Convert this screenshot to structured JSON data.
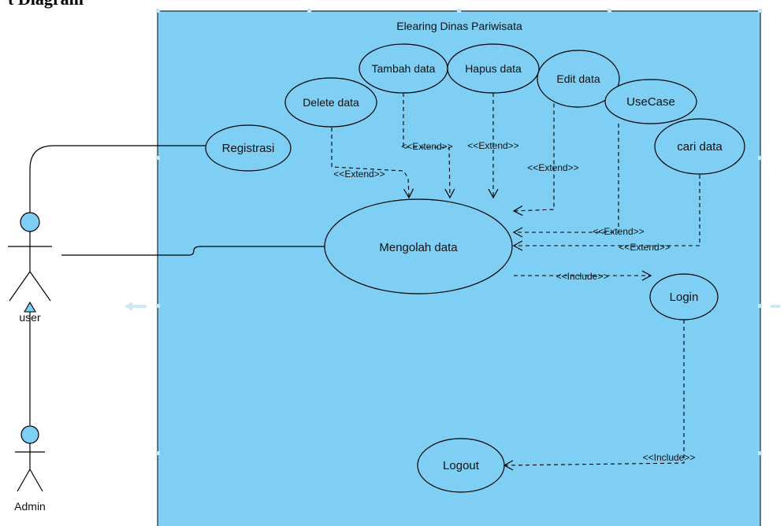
{
  "heading_fragment": "t Diagram",
  "system": {
    "title": "Elearing Dinas Pariwisata",
    "fill": "#7fcff4",
    "stroke": "#000000"
  },
  "actors": {
    "user": {
      "label": "user",
      "head_fill": "#7fcff4"
    },
    "admin": {
      "label": "Admin",
      "head_fill": "#7fcff4"
    }
  },
  "use_cases": {
    "registrasi": "Registrasi",
    "delete_data": "Delete data",
    "tambah_data": "Tambah data",
    "hapus_data": "Hapus data",
    "edit_data": "Edit data",
    "usecase": "UseCase",
    "cari_data": "cari data",
    "mengolah_data": "Mengolah data",
    "login": "Login",
    "logout": "Logout"
  },
  "relations": {
    "extend_delete": "<<Extend>>",
    "extend_tambah": "<<Extend>>",
    "extend_hapus": "<<Extend>>",
    "extend_edit": "<<Extend>>",
    "extend_usecase": "<<Extend>>",
    "extend_cari": "<<Extend>>",
    "include_login": "<<Include>>",
    "include_logout": "<<Include>>"
  },
  "colors": {
    "use_case_fill": "#7fcff4",
    "line": "#000000",
    "handle": "#c4e8f8"
  }
}
